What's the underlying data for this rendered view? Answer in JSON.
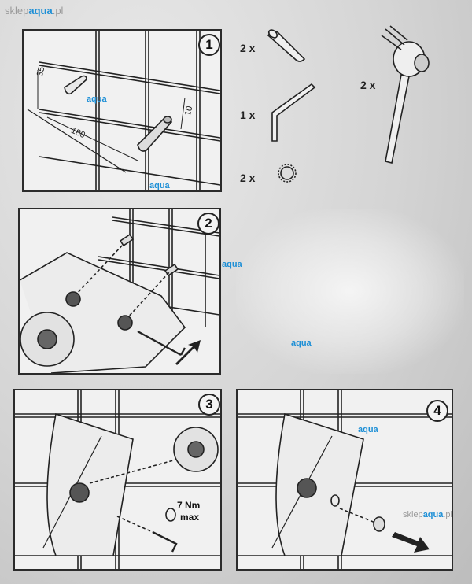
{
  "watermark": {
    "prefix": "sklep",
    "brand": "aqua",
    "suffix": ".pl",
    "brand_only": "aqua"
  },
  "step1": {
    "number": "1",
    "dim_a": "35",
    "dim_b": "10",
    "dim_c": "180"
  },
  "parts": {
    "pins_qty": "2 x",
    "key_qty": "1 x",
    "washer_qty": "2 x",
    "bracket_qty": "2 x"
  },
  "step2": {
    "number": "2"
  },
  "step3": {
    "number": "3",
    "torque_value": "7 Nm",
    "torque_limit": "max"
  },
  "step4": {
    "number": "4"
  },
  "colors": {
    "line": "#222222",
    "watermark_brand": "#1d8fd6"
  }
}
